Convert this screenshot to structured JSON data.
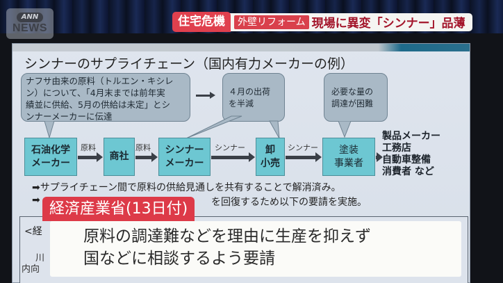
{
  "logo": {
    "top": "ANN",
    "bottom": "NEWS"
  },
  "banner": {
    "tag": "住宅危機",
    "subtag": "外壁リフォーム",
    "headline": "現場に異変「シンナー」品薄"
  },
  "slide": {
    "title": "シンナーのサプライチェーン（国内有力メーカーの例）",
    "bubbles": [
      {
        "text_lines": [
          "ナフサ由来の原料（トルエン・キシレ",
          "ン）について、「4月末までは前年実",
          "績並に供給、5月の供給は未定」とシ",
          "ンナーメーカーに伝達"
        ]
      },
      {
        "text_lines": [
          "４月の出荷",
          "を半減"
        ]
      },
      {
        "text_lines": [
          "必要な量の",
          "調達が困難"
        ]
      }
    ],
    "flow": [
      {
        "lines": [
          "石油化学",
          "メーカー"
        ]
      },
      {
        "lines": [
          "商社"
        ]
      },
      {
        "lines": [
          "シンナー",
          "メーカー"
        ]
      },
      {
        "lines": [
          "卸",
          "小売"
        ]
      },
      {
        "lines": [
          "塗装",
          "事業者"
        ]
      }
    ],
    "arrow_labels": [
      "原料",
      "原料",
      "シンナー",
      "シンナー"
    ],
    "end_users": [
      "製品メーカー",
      "工務店",
      "自動車整備",
      "消費者 など"
    ],
    "bullets": [
      "➡サプライチェーン間で原料の供給見通しを共有することで解消済み。",
      "➡",
      "を回復するため以下の要請を実施。"
    ],
    "lower_box": {
      "label": "<経",
      "line2": "川",
      "line3": "内向"
    }
  },
  "caption": {
    "tag": "経済産業省(13日付)",
    "lines": [
      "原料の調達難などを理由に生産を抑えず",
      "国などに相談するよう要請"
    ]
  },
  "colors": {
    "banner_red": "#e0404e",
    "headline_red": "#a3142a",
    "flow_box": "#6dc7d2",
    "bubble": "#a9b9c6",
    "slide_bg": "#dfe5ee"
  }
}
